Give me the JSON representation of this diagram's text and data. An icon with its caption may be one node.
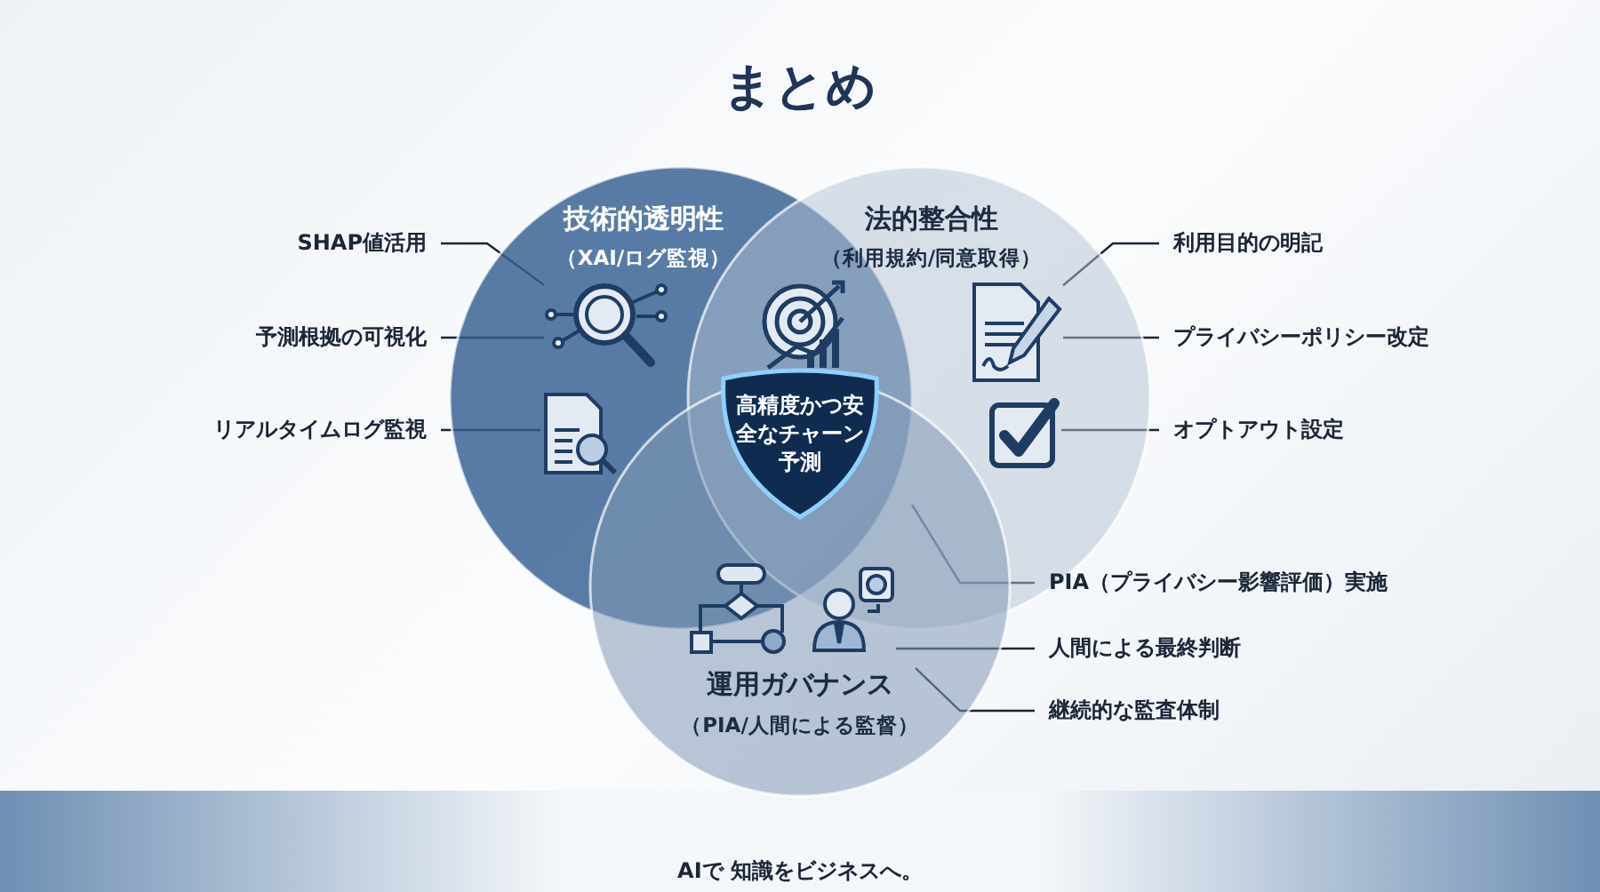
{
  "diagram": {
    "title": "まとめ",
    "nodes": [
      {
        "text": [
          "技術的透明性",
          "（XAI/ログ監視）"
        ]
      },
      {
        "text": [
          "法的整合性",
          "（利用規約/同意取得）"
        ]
      },
      {
        "text": [
          "運用ガバナンス",
          "（PIA/人間による監督）"
        ]
      },
      {
        "text": [
          "高精度かつ安全なチャーン予測"
        ]
      },
      {
        "text": [],
        "shape": "picture",
        "in": 0
      },
      {
        "text": [],
        "shape": "picture",
        "in": 0
      },
      {
        "text": [],
        "shape": "picture",
        "in": 1
      },
      {
        "text": [],
        "shape": "picture",
        "in": 1
      },
      {
        "text": [],
        "shape": "picture",
        "in": 2
      },
      {
        "text": [
          "SHAP値活用"
        ]
      },
      {
        "text": [
          "予測根拠の可視化"
        ]
      },
      {
        "text": [
          "リアルタイムログ監視"
        ]
      },
      {
        "text": [
          "利用目的の明記"
        ]
      },
      {
        "text": [
          "プライバシーポリシー改定"
        ]
      },
      {
        "text": [
          "オプトアウト設定"
        ]
      },
      {
        "text": [
          "PIA（プライバシー影響評価）実施"
        ]
      },
      {
        "text": [
          "人間による最終判断"
        ]
      },
      {
        "text": [
          "継続的な監査体制"
        ]
      }
    ],
    "edges": [
      {
        "from": 9,
        "to": 4,
        "arrow": "none"
      },
      {
        "from": 10,
        "to": 4,
        "arrow": "none"
      },
      {
        "from": 11,
        "to": 5,
        "arrow": "none"
      },
      {
        "from": 12,
        "to": 6,
        "arrow": "none"
      },
      {
        "from": 13,
        "to": 6,
        "arrow": "none"
      },
      {
        "from": 14,
        "to": 7,
        "arrow": "none"
      },
      {
        "from": 15,
        "to": null,
        "arrow": "none"
      },
      {
        "from": 16,
        "to": 8,
        "arrow": "none"
      },
      {
        "from": 17,
        "to": null,
        "arrow": "none"
      }
    ],
    "labels": [
      "AIで 知識をビジネスへ。"
    ]
  }
}
